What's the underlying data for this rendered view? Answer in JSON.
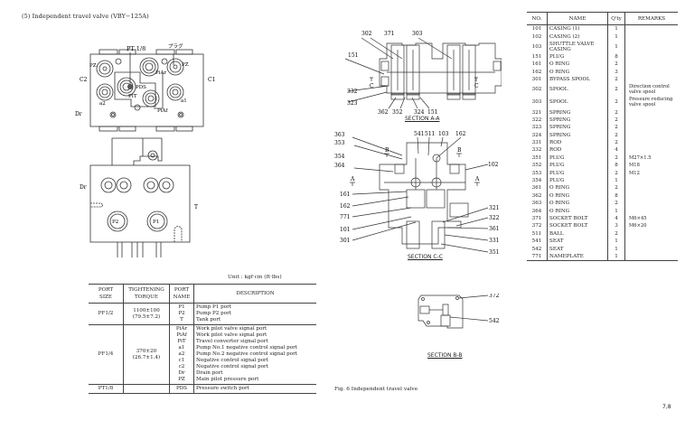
{
  "heading": "(5)  Independent travel valve (VBY−125A)",
  "top_view": {
    "labels": {
      "pt18": "PT 1/8",
      "plug_jp": "プラグ",
      "pz_left": "PZ",
      "pz_right": "PZ",
      "c2": "C2",
      "c1": "C1",
      "a2": "a2",
      "a1": "a1",
      "pds": "PDS",
      "pit": "PIT",
      "piar": "PiAr",
      "piaf": "PiAf",
      "dr": "Dr"
    }
  },
  "front_view": {
    "labels": {
      "dr": "Dr",
      "t": "T",
      "p2": "P2",
      "p1": "P1"
    }
  },
  "section_aa": {
    "title": "SECTION A-A",
    "callouts": {
      "c302": "302",
      "c371": "371",
      "c303": "303",
      "c151a": "151",
      "c332": "332",
      "c323": "323",
      "c362": "362",
      "c352": "352",
      "c324": "324",
      "c151b": "151",
      "cut_c": "C"
    }
  },
  "section_cc": {
    "title": "SECTION C-C",
    "callouts": {
      "c363": "363",
      "c353": "353",
      "c354": "354",
      "c364": "364",
      "c541": "541",
      "c511": "511",
      "c103": "103",
      "c162a": "162",
      "c102": "102",
      "c161": "161",
      "c162b": "162",
      "c771": "771",
      "c101": "101",
      "c301": "301",
      "c321": "321",
      "c322": "322",
      "c361": "361",
      "c331": "331",
      "c351": "351",
      "cut_a": "A",
      "cut_b": "B"
    }
  },
  "section_bb": {
    "title": "SECTION B-B",
    "callouts": {
      "c372": "372",
      "c542": "542"
    }
  },
  "caption": "Fig. 6   Independent travel valve",
  "page_number": "7,8",
  "parts_table": {
    "headers": {
      "no": "NO.",
      "name": "NAME",
      "qty": "Q'ty",
      "remarks": "REMARKS"
    },
    "rows": [
      {
        "no": "101",
        "name": "CASING (1)",
        "qty": "1",
        "remarks": ""
      },
      {
        "no": "102",
        "name": "CASING (2)",
        "qty": "1",
        "remarks": ""
      },
      {
        "no": "103",
        "name": "SHUTTLE VALVE CASING",
        "qty": "1",
        "remarks": ""
      },
      {
        "no": "151",
        "name": "PLUG",
        "qty": "8",
        "remarks": ""
      },
      {
        "no": "161",
        "name": "O RING",
        "qty": "2",
        "remarks": ""
      },
      {
        "no": "162",
        "name": "O RING",
        "qty": "3",
        "remarks": ""
      },
      {
        "no": "301",
        "name": "BYPASS SPOOL",
        "qty": "2",
        "remarks": ""
      },
      {
        "no": "302",
        "name": "SPOOL",
        "qty": "2",
        "remarks": "Direction control valve spool"
      },
      {
        "no": "303",
        "name": "SPOOL",
        "qty": "2",
        "remarks": "Pressure reducing valve spool"
      },
      {
        "no": "321",
        "name": "SPRING",
        "qty": "2",
        "remarks": ""
      },
      {
        "no": "322",
        "name": "SPRING",
        "qty": "2",
        "remarks": ""
      },
      {
        "no": "323",
        "name": "SPRING",
        "qty": "2",
        "remarks": ""
      },
      {
        "no": "324",
        "name": "SPRING",
        "qty": "2",
        "remarks": ""
      },
      {
        "no": "331",
        "name": "ROD",
        "qty": "2",
        "remarks": ""
      },
      {
        "no": "332",
        "name": "ROD",
        "qty": "4",
        "remarks": ""
      },
      {
        "no": "351",
        "name": "PLUG",
        "qty": "2",
        "remarks": "M27×1.5"
      },
      {
        "no": "352",
        "name": "PLUG",
        "qty": "8",
        "remarks": "M18"
      },
      {
        "no": "353",
        "name": "PLUG",
        "qty": "2",
        "remarks": "M12"
      },
      {
        "no": "354",
        "name": "PLUG",
        "qty": "1",
        "remarks": ""
      },
      {
        "no": "361",
        "name": "O RING",
        "qty": "2",
        "remarks": ""
      },
      {
        "no": "362",
        "name": "O RING",
        "qty": "8",
        "remarks": ""
      },
      {
        "no": "363",
        "name": "O RING",
        "qty": "2",
        "remarks": ""
      },
      {
        "no": "364",
        "name": "O RING",
        "qty": "1",
        "remarks": ""
      },
      {
        "no": "371",
        "name": "SOCKET BOLT",
        "qty": "4",
        "remarks": "M6×45"
      },
      {
        "no": "372",
        "name": "SOCKET BOLT",
        "qty": "3",
        "remarks": "M6×20"
      },
      {
        "no": "511",
        "name": "BALL",
        "qty": "2",
        "remarks": ""
      },
      {
        "no": "541",
        "name": "SEAT",
        "qty": "1",
        "remarks": ""
      },
      {
        "no": "542",
        "name": "SEAT",
        "qty": "1",
        "remarks": ""
      },
      {
        "no": "771",
        "name": "NAMEPLATE",
        "qty": "1",
        "remarks": ""
      }
    ]
  },
  "port_table": {
    "unit": "Unit : kgf·cm  (ft·lbs)",
    "headers": {
      "size1": "PORT",
      "size2": "SIZE",
      "torque1": "TIGHTENING",
      "torque2": "TORQUE",
      "name1": "PORT",
      "name2": "NAME",
      "desc": "DESCRIPTION"
    },
    "groups": [
      {
        "size": "PF1/2",
        "torque1": "1100±100",
        "torque2": "(79.5±7.2)",
        "ports": [
          "P1",
          "P2",
          "T"
        ],
        "descs": [
          "Pump P1 port",
          "Pump P2 port",
          "Tank port"
        ]
      },
      {
        "size": "PF1/4",
        "torque1": "370±20",
        "torque2": "(26.7±1.4)",
        "ports": [
          "PiAr",
          "PiAf",
          "PiT",
          "a1",
          "a2",
          "c1",
          "c2",
          "Dr",
          "PZ"
        ],
        "descs": [
          "Work pilot valve signal port",
          "Work pilot valve signal port",
          "Travel converter signal port",
          "Pump No.1 negative control signal port",
          "Pump No.2 negative control signal port",
          "Negative control signal port",
          "Negative control signal port",
          "Drain port",
          "Main pilot pressure port"
        ]
      },
      {
        "size": "PT1/8",
        "torque1": "",
        "torque2": "",
        "ports": [
          "PDS"
        ],
        "descs": [
          "Pressure switch port"
        ]
      }
    ]
  }
}
